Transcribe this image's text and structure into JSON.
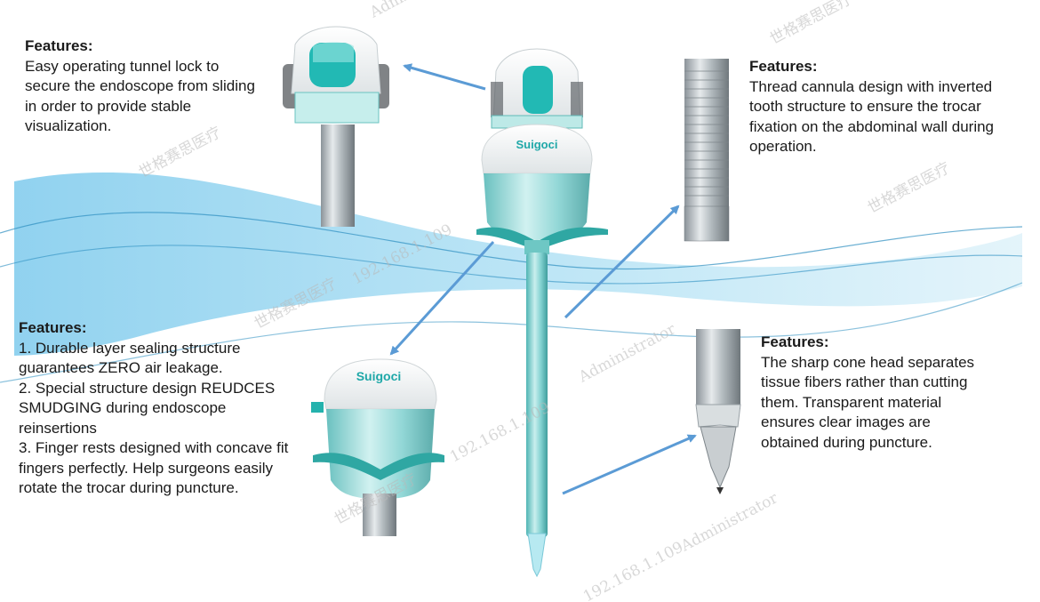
{
  "features": {
    "top_left": {
      "title": "Features:",
      "lines": [
        "Easy operating tunnel lock to",
        "secure the endoscope from sliding",
        "in order to provide stable",
        "visualization."
      ]
    },
    "top_right": {
      "title": "Features:",
      "lines": [
        "Thread cannula design with inverted",
        "tooth structure to ensure the trocar",
        "fixation on the abdominal wall during",
        "operation."
      ]
    },
    "mid_left": {
      "title": "Features:",
      "lines": [
        "1. Durable layer sealing structure",
        "guarantees ZERO air leakage.",
        "2. Special structure design REUDCES",
        "SMUDGING during endoscope",
        "reinsertions",
        "3. Finger rests designed with concave fit",
        "fingers perfectly. Help surgeons easily",
        "rotate the trocar during puncture."
      ]
    },
    "mid_right": {
      "title": "Features:",
      "lines": [
        "The sharp cone head separates",
        "tissue fibers rather than cutting",
        "them. Transparent material",
        "ensures clear images are",
        "obtained during puncture."
      ]
    }
  },
  "brand": {
    "logo_text": "Suigoci"
  },
  "watermarks": [
    "世格赛思医疗",
    "192.168.1.109",
    "Administrator"
  ],
  "colors": {
    "accent": "#1fa8a8",
    "arrow": "#5b9bd5",
    "wave": "#8fd0ec"
  }
}
